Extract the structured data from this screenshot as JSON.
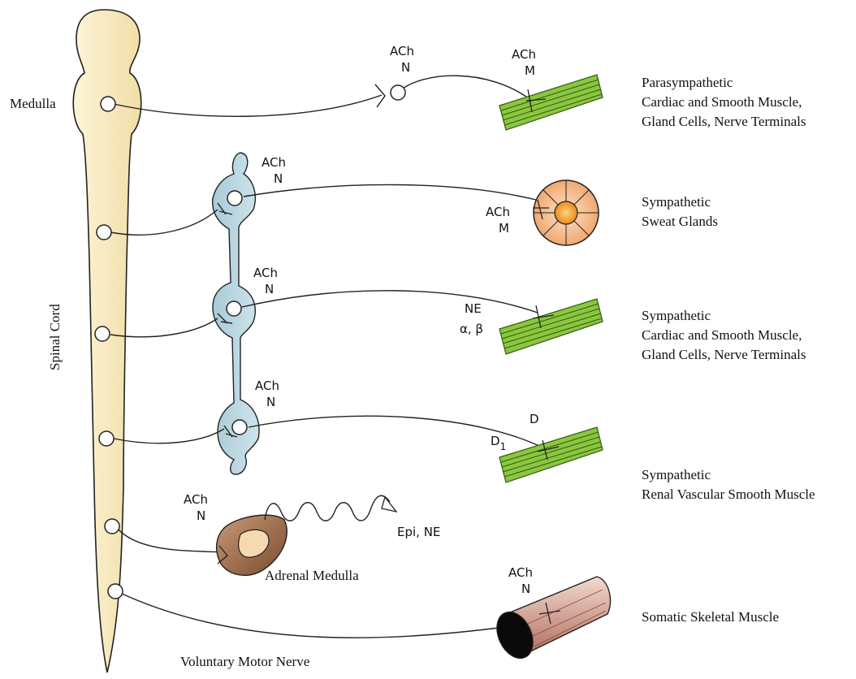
{
  "labels": {
    "medulla": "Medulla",
    "spinal_cord": "Spinal Cord",
    "adrenal_medulla": "Adrenal Medulla",
    "voluntary_motor_nerve": "Voluntary Motor Nerve",
    "epi_ne": "Epi, NE"
  },
  "receptors": {
    "r1_ach": "ACh",
    "r1_n": "N",
    "r1m_ach": "ACh",
    "r1m_m": "M",
    "r2_ach": "ACh",
    "r2_n": "N",
    "r2m_ach": "ACh",
    "r2m_m": "M",
    "r3_ach": "ACh",
    "r3_n": "N",
    "r3_ne": "NE",
    "r3_ab": "α, β",
    "r4_ach": "ACh",
    "r4_n": "N",
    "r4_d": "D",
    "r4_d1": "D",
    "r4_d1_sub": "1",
    "r5_ach": "ACh",
    "r5_n": "N",
    "r6_ach": "ACh",
    "r6_n": "N"
  },
  "targets": [
    {
      "line1": "Parasympathetic",
      "line2": "Cardiac and Smooth Muscle,",
      "line3": "Gland Cells, Nerve Terminals"
    },
    {
      "line1": "Sympathetic",
      "line2": "Sweat Glands"
    },
    {
      "line1": "Sympathetic",
      "line2": "Cardiac and Smooth Muscle,",
      "line3": "Gland Cells, Nerve Terminals"
    },
    {
      "line1": "Sympathetic",
      "line2": "Renal Vascular Smooth Muscle"
    },
    {
      "line1": "Somatic Skeletal Muscle"
    }
  ],
  "colors": {
    "spinal_cord": "#fbeec6",
    "ganglion": "#b9d6e0",
    "muscle": "#7fbf3f",
    "gland": "#f0a66a",
    "adrenal": "#a87650",
    "skeletal": "#c48a7a"
  }
}
